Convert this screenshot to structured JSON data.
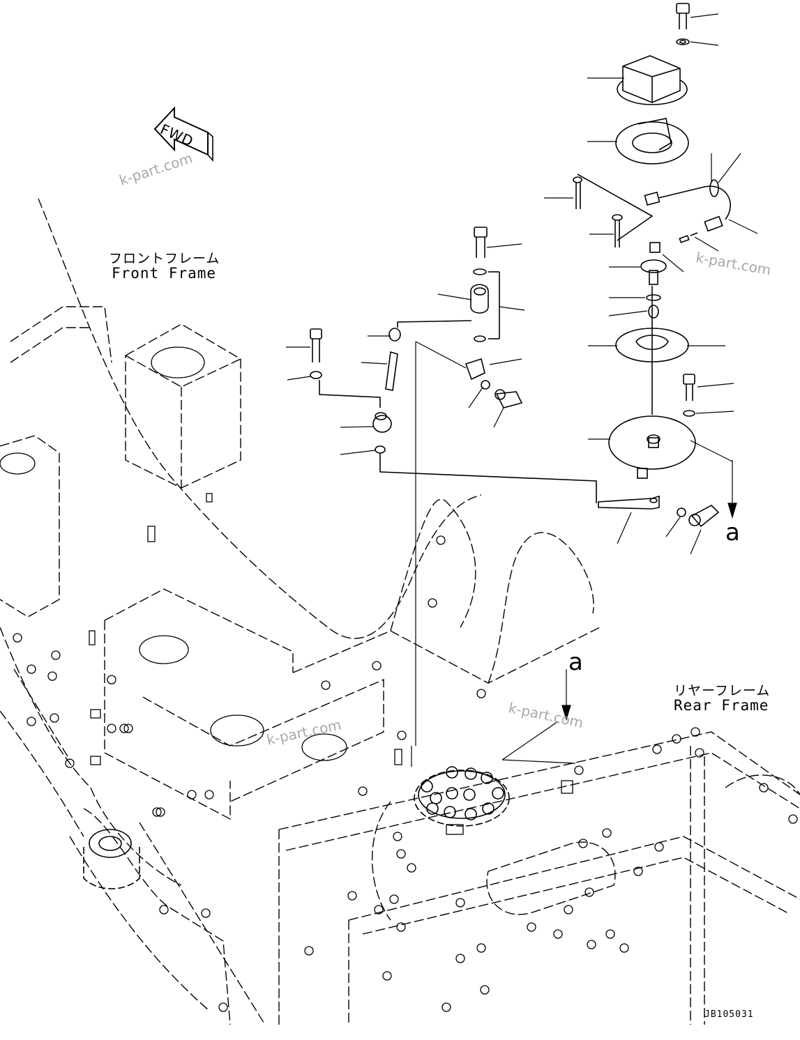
{
  "labels": {
    "front_frame_jp": "フロントフレーム",
    "front_frame_en": "Front Frame",
    "rear_frame_jp": "リヤーフレーム",
    "rear_frame_en": "Rear Frame",
    "fwd": "FWD",
    "view_ref_top": "a",
    "view_ref_bottom": "a",
    "drawing_code": "JB105031"
  },
  "watermarks": [
    "k-part.com",
    "k-part.com",
    "k-part.com",
    "k-part.com"
  ]
}
